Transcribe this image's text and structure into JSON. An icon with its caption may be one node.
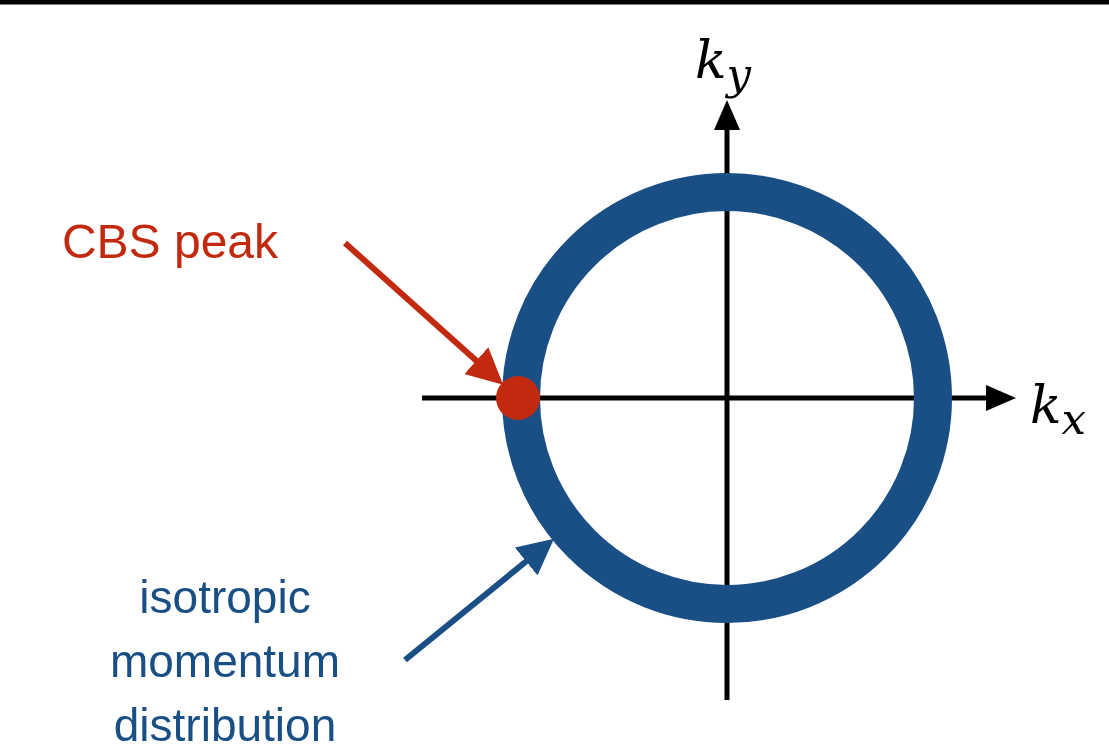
{
  "diagram": {
    "nodes": [
      {
        "text": [
          "CBS peak"
        ]
      },
      {
        "text": [],
        "shape": "circle"
      },
      {
        "text": [
          "isotropic momentum distribution"
        ]
      },
      {
        "text": [],
        "shape": "circle"
      }
    ],
    "edges": [
      {
        "from": 0,
        "to": 1,
        "arrow": "to",
        "color": "#c22a10"
      },
      {
        "from": 2,
        "to": 3,
        "arrow": "to",
        "color": "#1a4f85"
      }
    ],
    "labels": [
      "k$_{y}$",
      "k$_{x}$"
    ]
  }
}
